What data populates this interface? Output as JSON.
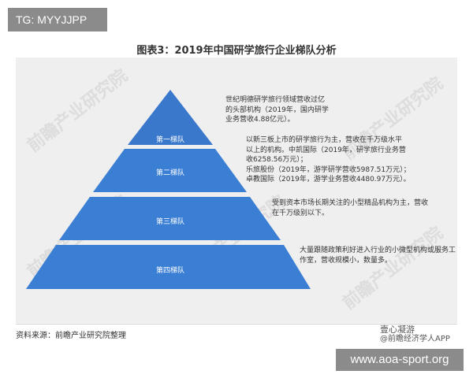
{
  "tag": "TG: MYYJJPP",
  "title": "图表3：2019年中国研学旅行企业梯队分析",
  "watermark": "前瞻产业研究院",
  "tiers": [
    {
      "label": "第一梯队",
      "desc": [
        "世纪明德研学旅行领域营收过亿",
        "的头部机构（2019年，国内研学",
        "业务营收4.88亿元）。"
      ]
    },
    {
      "label": "第二梯队",
      "desc": [
        "以新三板上市的研学旅行为主，营收在千万级水平",
        "以上的机构。中凯国际（2019年，研学旅行业务营",
        "收6258.56万元）；",
        "乐旅股份（2019年，游学研学营收5987.51万元）；",
        "卓教国际（2019年，游学业务营收4480.97万元）。"
      ]
    },
    {
      "label": "第三梯队",
      "desc": [
        "受到资本市场长期关注的小型精品机构为主，营收",
        "在千万级别以下。"
      ]
    },
    {
      "label": "第四梯队",
      "desc": [
        "大量跟随政策利好进入行业的小微型机构或服务工",
        "作室，营收规模小，数量多。"
      ]
    }
  ],
  "source": "资料来源：前瞻产业研究院整理",
  "brand": {
    "line1": "壹心凝游",
    "line2": "@前瞻经济学人APP"
  },
  "site": "www.aoa-sport.org",
  "colors": {
    "tier_fill": "#3b7fd4",
    "tier_fill_top": "#3a78cc"
  }
}
